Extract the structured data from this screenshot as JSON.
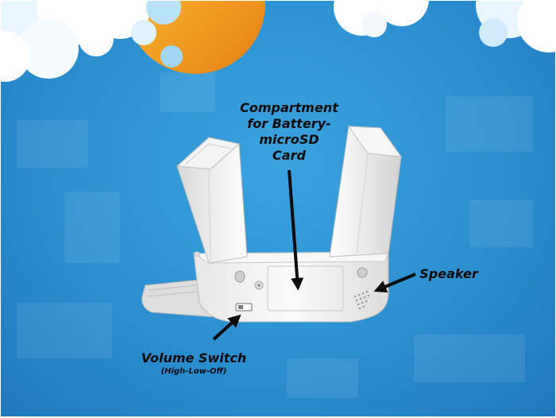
{
  "labels": {
    "compartment": [
      "Compartment",
      "for Battery-",
      "microSD",
      "Card"
    ],
    "speaker": "Speaker",
    "volume_switch": "Volume Switch",
    "volume_switch_modes": "(High-Low-Off)"
  },
  "colors": {
    "background": "#2b8fd0",
    "sun": "#f39a1e",
    "cloud": "#ffffff",
    "device": "#f2f2f2",
    "arrow": "#0b0b0b"
  },
  "icons": [
    "sun-icon",
    "cloud-icon"
  ]
}
